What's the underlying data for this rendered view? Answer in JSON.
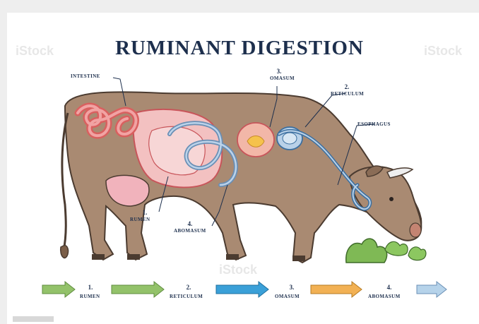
{
  "title": "RUMINANT DIGESTION",
  "labels": {
    "intestine": "INTESTINE",
    "omasum_num": "3.",
    "omasum": "OMASUM",
    "reticulum_num": "2.",
    "reticulum": "RETICULUM",
    "esophagus": "ESOPHAGUS",
    "rumen_num": "1.",
    "rumen": "RUMEN",
    "abomasum_num": "4.",
    "abomasum": "ABOMASUM"
  },
  "sequence": [
    {
      "num": "1.",
      "name": "RUMEN",
      "color": "#93c26a"
    },
    {
      "num": "2.",
      "name": "RETICULUM",
      "color": "#93c26a"
    },
    {
      "num": "3.",
      "name": "OMASUM",
      "color": "#3aa0d8"
    },
    {
      "num": "4.",
      "name": "ABOMASUM",
      "color": "#f2b154"
    }
  ],
  "final_arrow_color": "#b6d3ea",
  "colors": {
    "title": "#1d2f4d",
    "cow_body": "#a98a72",
    "stomach": "#f0b6b6",
    "intestine": "#d9605f",
    "esophagus": "#6a8fb5",
    "grass": "#7fb955"
  },
  "watermark": "iStock"
}
